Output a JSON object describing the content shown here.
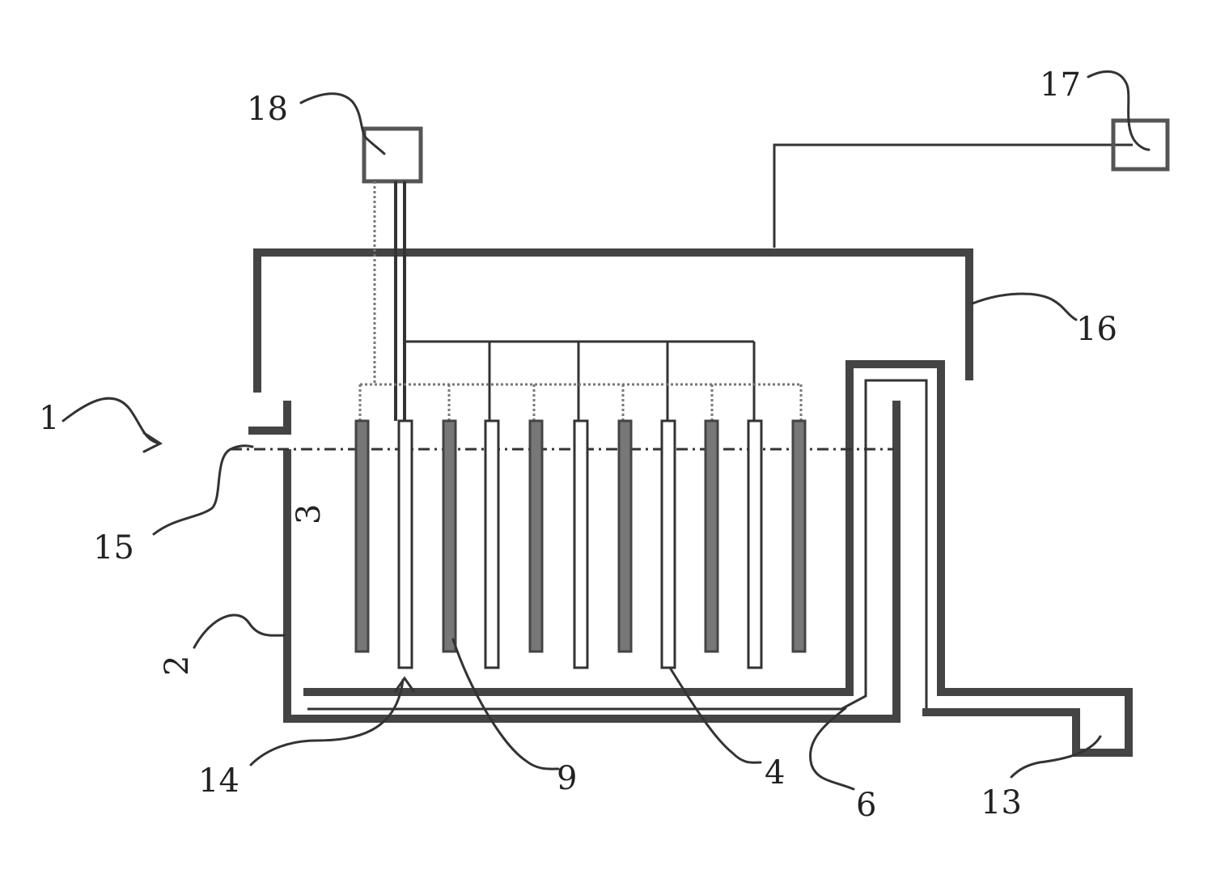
{
  "reference_numerals": {
    "r1": "1",
    "r2": "2",
    "r3": "3",
    "r4": "4",
    "r6": "6",
    "r9": "9",
    "r13": "13",
    "r14": "14",
    "r15": "15",
    "r16": "16",
    "r17": "17",
    "r18": "18"
  }
}
